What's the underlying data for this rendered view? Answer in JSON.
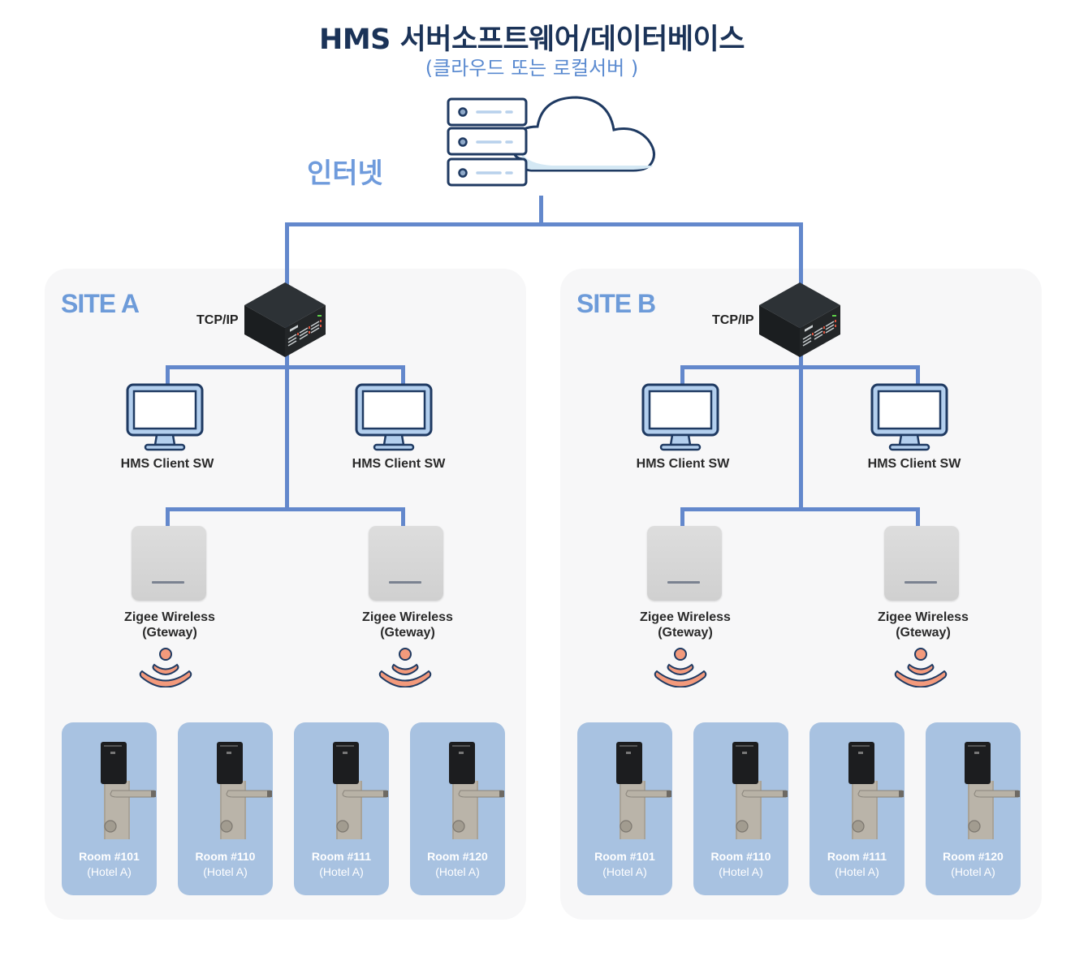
{
  "header": {
    "title": "HMS 서버소프트웨어/데이터베이스",
    "subtitle": "(클라우드 또는 로컬서버 )"
  },
  "internet_label": "인터넷",
  "colors": {
    "link_line": "#6388cc",
    "title": "#1b3358",
    "site_title": "#6d9bd9",
    "room_card": "#a8c2e1",
    "wireless_icon": "#f39a7c"
  },
  "sites": [
    {
      "title": "SITE A",
      "switch_label": "TCP/IP",
      "clients": [
        {
          "label": "HMS Client SW"
        },
        {
          "label": "HMS Client SW"
        }
      ],
      "gateways": [
        {
          "line1": "Zigee Wireless",
          "line2": "(Gteway)"
        },
        {
          "line1": "Zigee Wireless",
          "line2": "(Gteway)"
        }
      ],
      "rooms": [
        {
          "name": "Room #101",
          "hotel": "(Hotel A)"
        },
        {
          "name": "Room #110",
          "hotel": "(Hotel A)"
        },
        {
          "name": "Room #111",
          "hotel": "(Hotel A)"
        },
        {
          "name": "Room #120",
          "hotel": "(Hotel A)"
        }
      ]
    },
    {
      "title": "SITE B",
      "switch_label": "TCP/IP",
      "clients": [
        {
          "label": "HMS Client SW"
        },
        {
          "label": "HMS Client SW"
        }
      ],
      "gateways": [
        {
          "line1": "Zigee Wireless",
          "line2": "(Gteway)"
        },
        {
          "line1": "Zigee Wireless",
          "line2": "(Gteway)"
        }
      ],
      "rooms": [
        {
          "name": "Room #101",
          "hotel": "(Hotel A)"
        },
        {
          "name": "Room #110",
          "hotel": "(Hotel A)"
        },
        {
          "name": "Room #111",
          "hotel": "(Hotel A)"
        },
        {
          "name": "Room #120",
          "hotel": "(Hotel A)"
        }
      ]
    }
  ]
}
